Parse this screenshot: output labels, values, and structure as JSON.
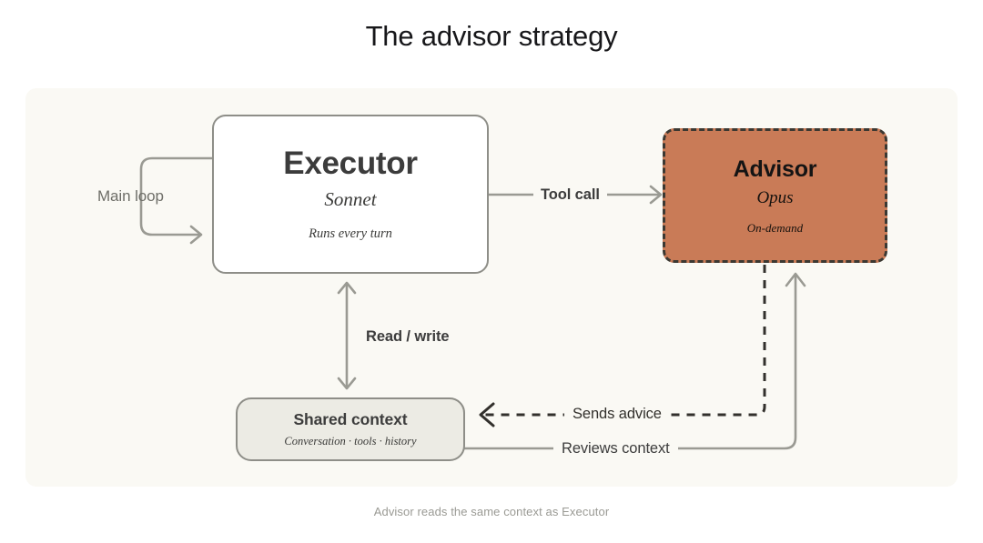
{
  "title": "The advisor strategy",
  "caption": "Advisor reads the same context as Executor",
  "colors": {
    "page_background": "#ffffff",
    "panel_background": "#faf9f4",
    "executor_fill": "#ffffff",
    "executor_border": "#8e8e88",
    "advisor_fill": "#c97b57",
    "advisor_border": "#3b3832",
    "shared_fill": "#ecebe4",
    "shared_border": "#8e8e88",
    "connector_solid": "#9a9a93",
    "connector_dashed": "#32302c",
    "title_text": "#17171a",
    "caption_text": "#9a9a94"
  },
  "nodes": {
    "executor": {
      "title": "Executor",
      "subtitle": "Sonnet",
      "note": "Runs every turn"
    },
    "advisor": {
      "title": "Advisor",
      "subtitle": "Opus",
      "note": "On-demand"
    },
    "shared_context": {
      "title": "Shared context",
      "note": "Conversation · tools · history"
    }
  },
  "edges": {
    "main_loop": {
      "label": "Main loop",
      "style": "solid",
      "from": "executor",
      "to": "executor"
    },
    "tool_call": {
      "label": "Tool call",
      "style": "solid",
      "from": "executor",
      "to": "advisor"
    },
    "read_write": {
      "label": "Read / write",
      "style": "solid-bidirectional",
      "from": "executor",
      "to": "shared_context"
    },
    "sends_advice": {
      "label": "Sends advice",
      "style": "dashed",
      "from": "advisor",
      "to": "shared_context"
    },
    "reviews_context": {
      "label": "Reviews context",
      "style": "solid",
      "from": "shared_context",
      "to": "advisor"
    }
  }
}
